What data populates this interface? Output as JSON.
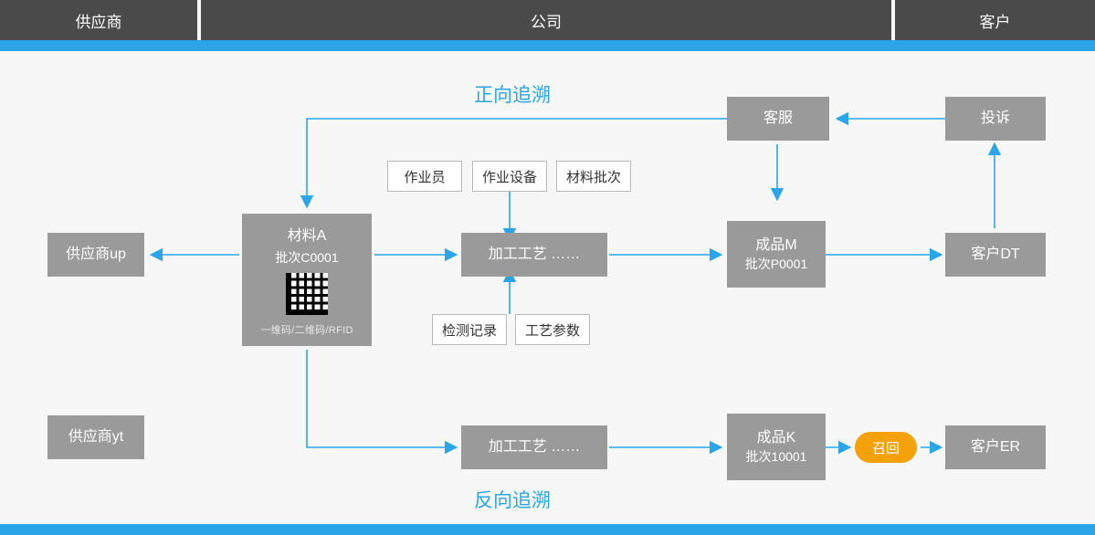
{
  "header": {
    "columns": [
      {
        "label": "供应商",
        "name": "header-supplier"
      },
      {
        "label": "公司",
        "name": "header-company"
      },
      {
        "label": "客户",
        "name": "header-customer"
      }
    ]
  },
  "titles": {
    "forward": "正向追溯",
    "backward": "反向追溯"
  },
  "colors": {
    "accent": "#2ca5e8",
    "header_bg": "#4a4a4a",
    "node_bg": "#9a9a9a",
    "recall_badge": "#f5a20a",
    "canvas_bg": "#f7f7f7"
  },
  "nodes": {
    "supplier_up": "供应商up",
    "supplier_yt": "供应商yt",
    "material_a": {
      "title": "材料A",
      "batch": "批次C0001",
      "code_note": "一维码/二维码/RFID",
      "qr_alt": "qr-code"
    },
    "process_top": "加工工艺  ……",
    "process_bottom": "加工工艺  ……",
    "product_m": {
      "title": "成品M",
      "batch": "批次P0001"
    },
    "product_k": {
      "title": "成品K",
      "batch": "批次10001"
    },
    "customer_service": "客服",
    "complaint": "投诉",
    "customer_dt": "客户DT",
    "customer_er": "客户ER",
    "recall": "召回"
  },
  "attributes": {
    "operator": "作业员",
    "equipment": "作业设备",
    "material_batch": "材料批次",
    "inspection_record": "检测记录",
    "process_parameter": "工艺参数"
  }
}
